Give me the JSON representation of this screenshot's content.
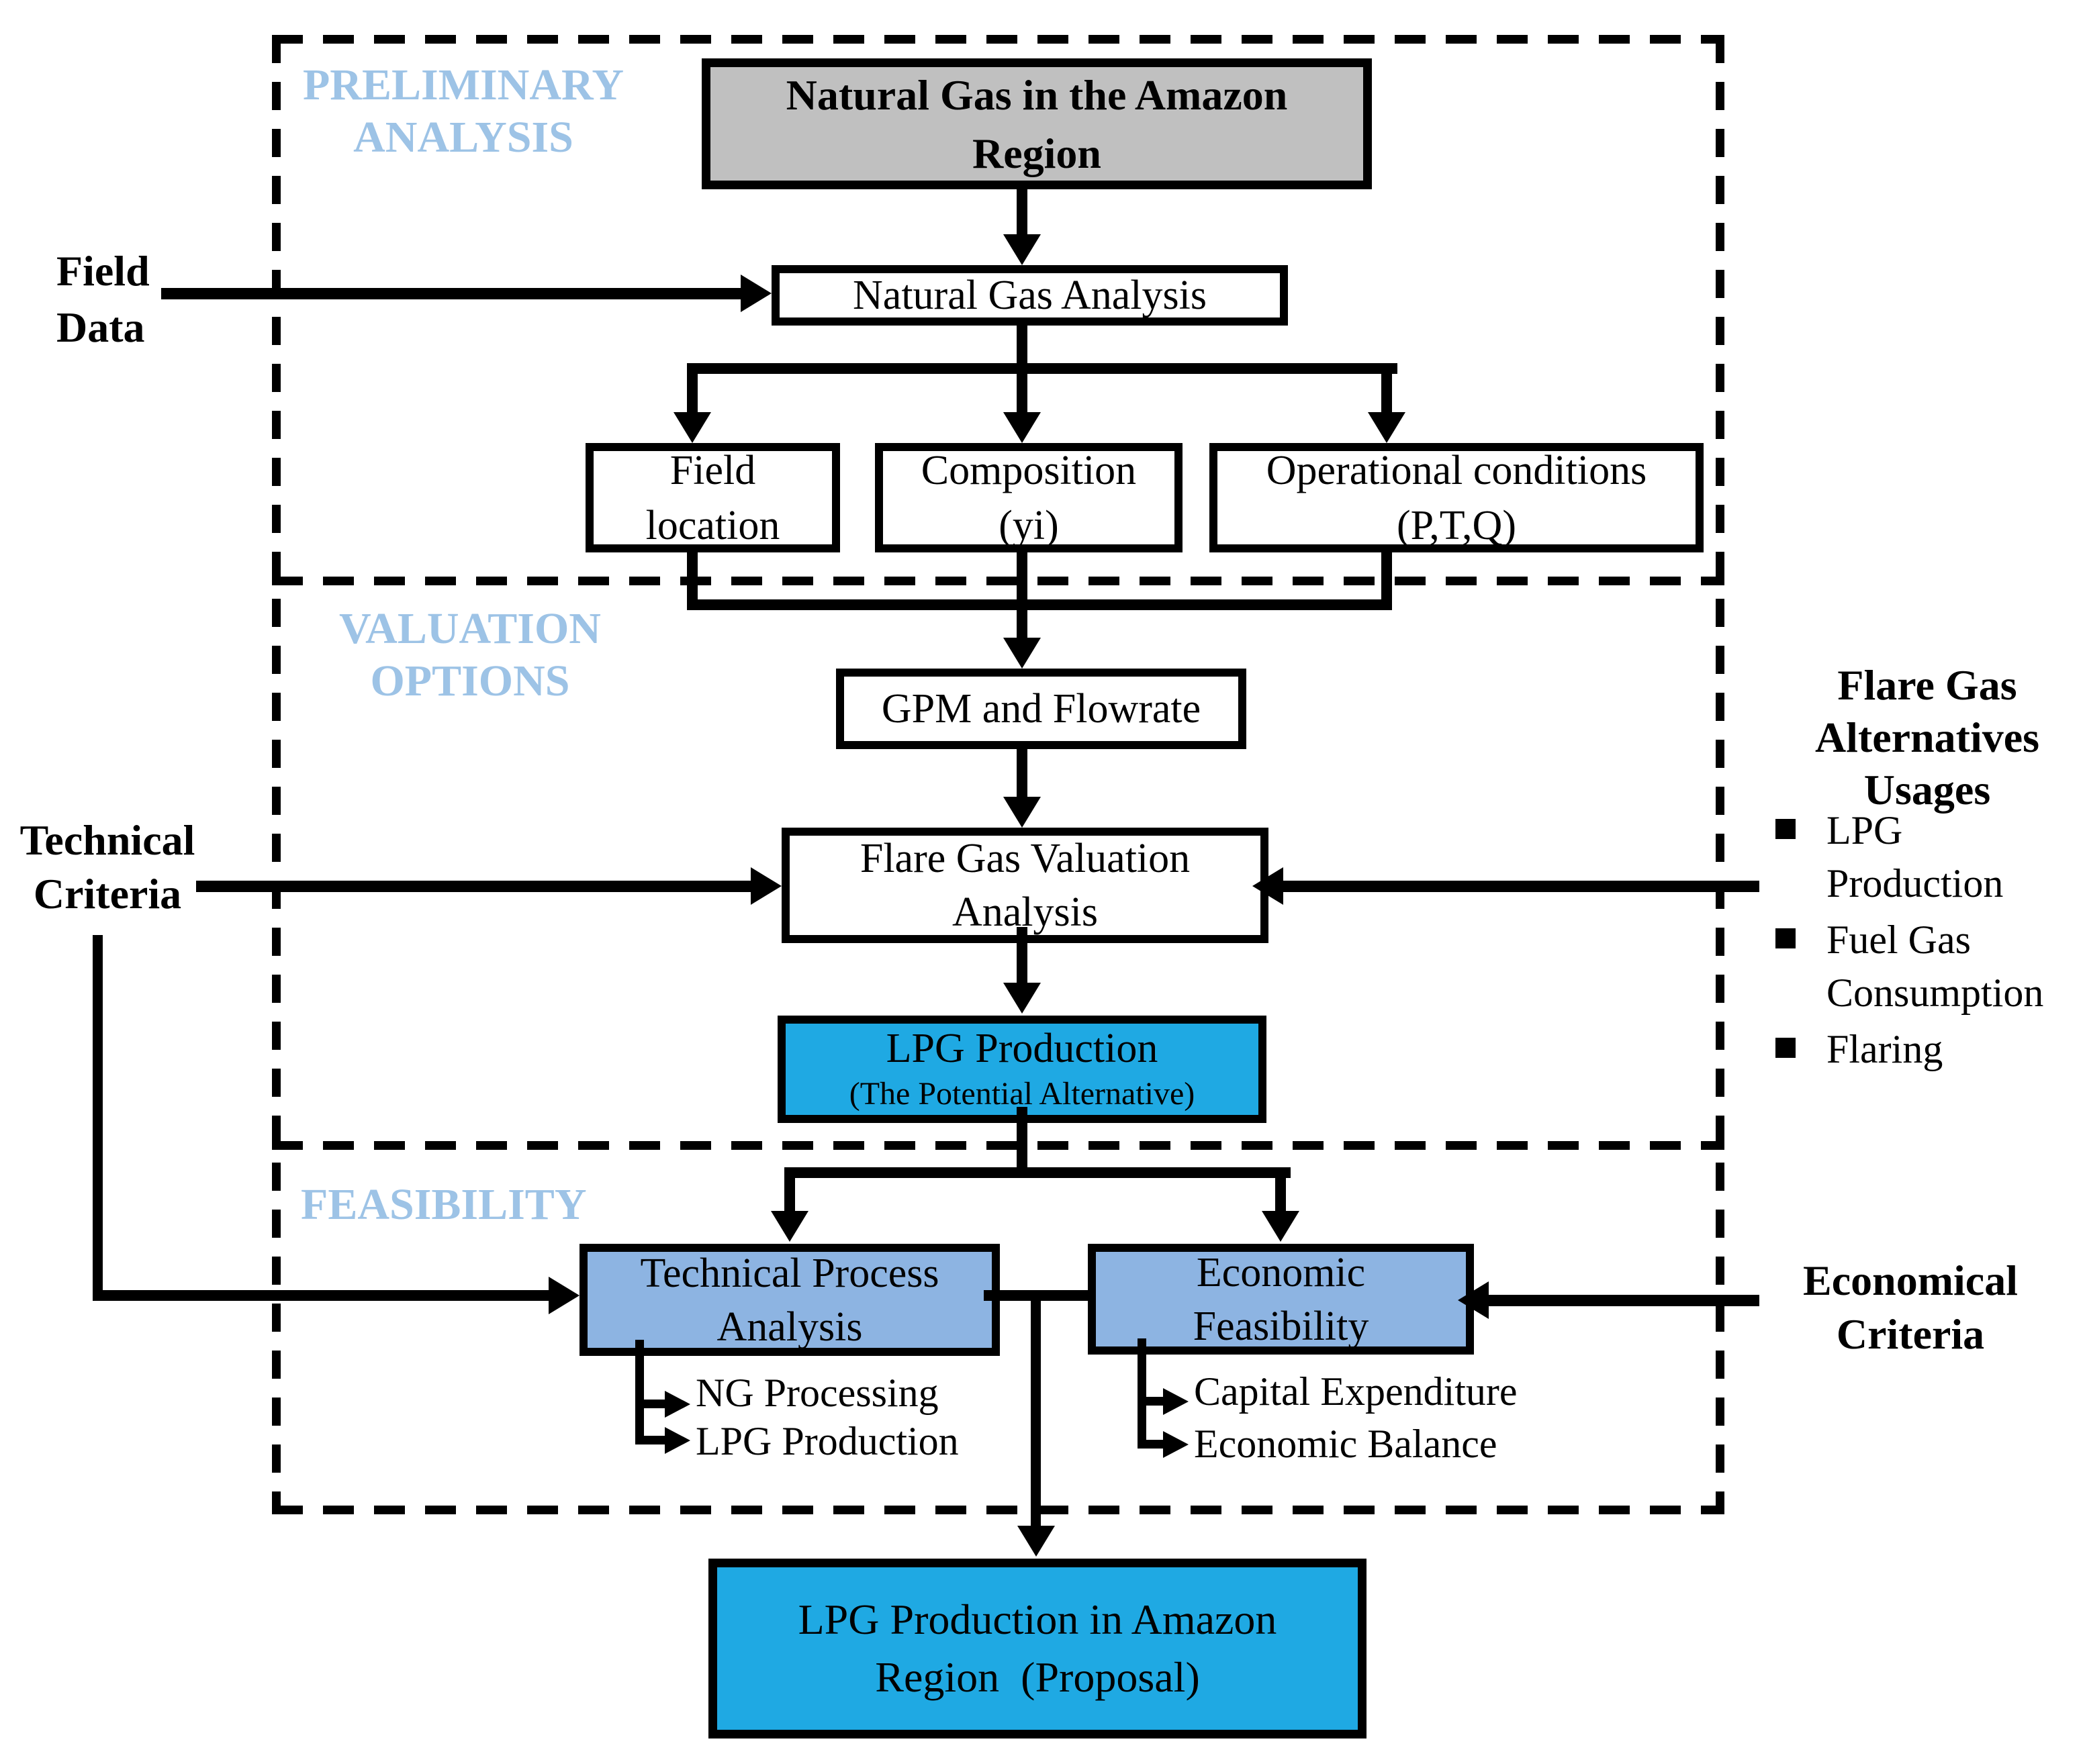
{
  "sections": {
    "preliminary": {
      "label": "PRELIMINARY ANALYSIS"
    },
    "valuation": {
      "label": "VALUATION OPTIONS"
    },
    "feasibility": {
      "label": "FEASIBILITY"
    }
  },
  "nodes": {
    "title": {
      "line1": "Natural Gas in the Amazon",
      "line2": "Region"
    },
    "gas_analysis": {
      "label": "Natural Gas Analysis"
    },
    "field_location": {
      "line1": "Field",
      "line2": "location"
    },
    "composition": {
      "line1": "Composition",
      "line2": "(yi)"
    },
    "operational": {
      "line1": "Operational conditions",
      "line2": "(P,T,Q)"
    },
    "gpm": {
      "label": "GPM and Flowrate"
    },
    "valuation_analysis": {
      "line1": "Flare Gas Valuation",
      "line2": "Analysis"
    },
    "lpg_production": {
      "line1": "LPG Production",
      "line2": "(The Potential Alternative)"
    },
    "technical_process": {
      "line1": "Technical Process",
      "line2": "Analysis"
    },
    "economic_feasibility": {
      "line1": "Economic",
      "line2": "Feasibility"
    },
    "proposal": {
      "line1": "LPG Production in Amazon",
      "line2": "Region  (Proposal)"
    }
  },
  "side_labels": {
    "field_data": {
      "line1": "Field",
      "line2": "Data"
    },
    "technical_criteria": {
      "line1": "Technical",
      "line2": "Criteria"
    },
    "economical_criteria": {
      "line1": "Economical",
      "line2": "Criteria"
    }
  },
  "flare_alternatives": {
    "title": "Flare Gas Alternatives Usages",
    "items": [
      "LPG Production",
      "Fuel Gas Consumption",
      "Flaring"
    ]
  },
  "technical_outputs": [
    "NG Processing",
    "LPG Production"
  ],
  "economic_outputs": [
    "Capital Expenditure",
    "Economic Balance"
  ],
  "colors": {
    "accent_blue": "#1fa9e3",
    "light_blue": "#8db4e2",
    "section_label_blue": "#9dc3e6",
    "title_gray": "#c0c0c0",
    "line_black": "#000000"
  }
}
